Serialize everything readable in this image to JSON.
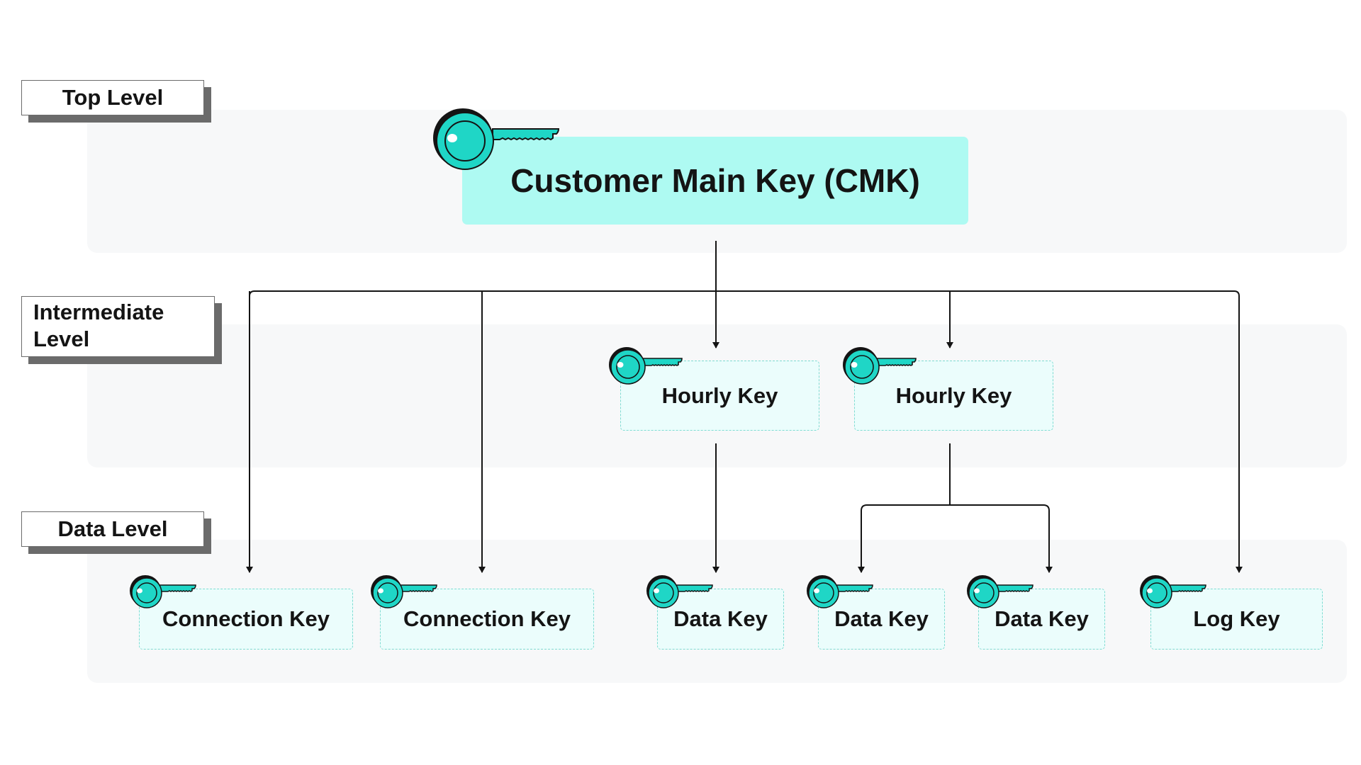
{
  "levels": {
    "top": "Top Level",
    "intermediate_line1": "Intermediate",
    "intermediate_line2": "Level",
    "data": "Data Level"
  },
  "cmk": {
    "label": "Customer Main Key (CMK)"
  },
  "intermediate_keys": [
    {
      "label": "Hourly Key"
    },
    {
      "label": "Hourly Key"
    }
  ],
  "data_keys": [
    {
      "label": "Connection Key"
    },
    {
      "label": "Connection Key"
    },
    {
      "label": "Data Key"
    },
    {
      "label": "Data Key"
    },
    {
      "label": "Data Key"
    },
    {
      "label": "Log Key"
    }
  ],
  "colors": {
    "key_fill": "#1fd6c6",
    "key_outline": "#141414",
    "cmk_box": "#aefaf2",
    "dashed_box": "#ebfdfc",
    "dashed_border": "#7fdcd2",
    "band": "#f7f8f9",
    "tag_shadow": "#6b6b6b"
  }
}
